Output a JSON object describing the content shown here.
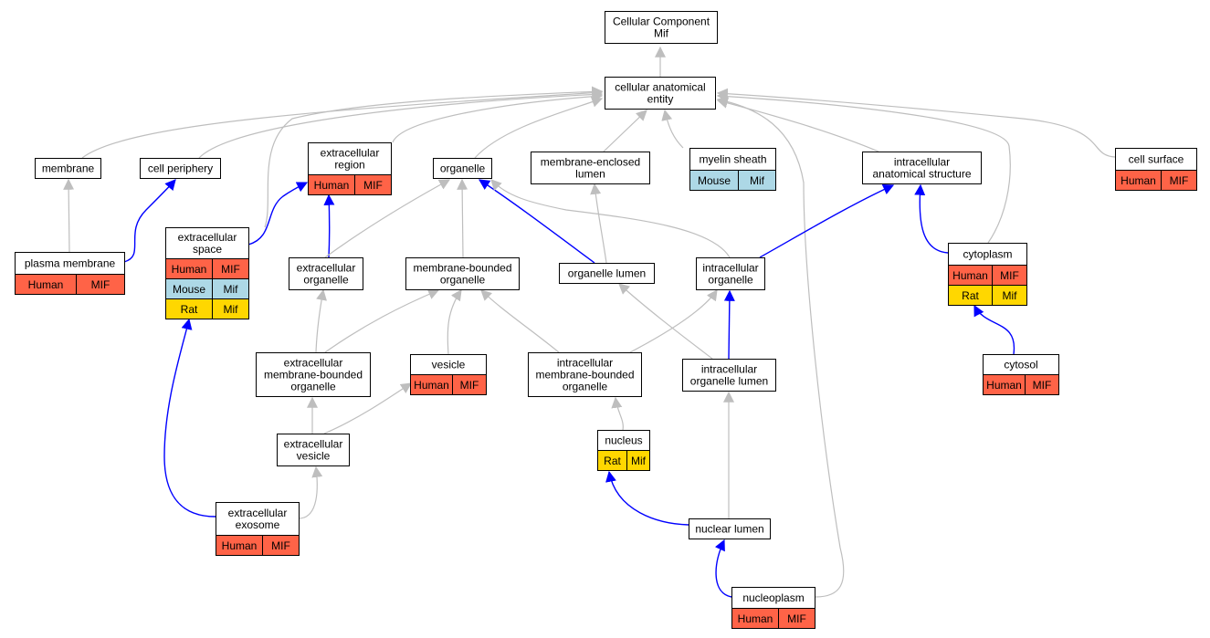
{
  "colors": {
    "human": "#FF6347",
    "mouse": "#ADD8E6",
    "rat": "#FFD700",
    "is_a_edge": "#BEBEBE",
    "part_of_edge": "#0000FF"
  },
  "nodes": [
    {
      "id": "root",
      "lines": [
        "Cellular Component",
        "Mif"
      ],
      "tags": []
    },
    {
      "id": "cae",
      "lines": [
        "cellular anatomical",
        "entity"
      ],
      "tags": []
    },
    {
      "id": "membrane",
      "lines": [
        "membrane"
      ],
      "tags": []
    },
    {
      "id": "cell_periphery",
      "lines": [
        "cell periphery"
      ],
      "tags": []
    },
    {
      "id": "extracellular_region",
      "lines": [
        "extracellular",
        "region"
      ],
      "tags": [
        {
          "org": "human",
          "text": "Human"
        },
        {
          "org": "human",
          "text": "MIF"
        }
      ]
    },
    {
      "id": "organelle",
      "lines": [
        "organelle"
      ],
      "tags": []
    },
    {
      "id": "membrane_enclosed_lumen",
      "lines": [
        "membrane-enclosed",
        "lumen"
      ],
      "tags": []
    },
    {
      "id": "myelin_sheath",
      "lines": [
        "myelin sheath"
      ],
      "tags": [
        {
          "org": "mouse",
          "text": "Mouse"
        },
        {
          "org": "mouse",
          "text": "Mif"
        }
      ]
    },
    {
      "id": "intracellular_anatomical_structure",
      "lines": [
        "intracellular",
        "anatomical structure"
      ],
      "tags": []
    },
    {
      "id": "cell_surface",
      "lines": [
        "cell surface"
      ],
      "tags": [
        {
          "org": "human",
          "text": "Human"
        },
        {
          "org": "human",
          "text": "MIF"
        }
      ]
    },
    {
      "id": "plasma_membrane",
      "lines": [
        "plasma membrane"
      ],
      "tags": [
        {
          "org": "human",
          "text": "Human"
        },
        {
          "org": "human",
          "text": "MIF"
        }
      ]
    },
    {
      "id": "extracellular_space",
      "lines": [
        "extracellular",
        "space"
      ],
      "tags": [
        {
          "org": "human",
          "text": "Human"
        },
        {
          "org": "human",
          "text": "MIF"
        },
        {
          "org": "mouse",
          "text": "Mouse"
        },
        {
          "org": "mouse",
          "text": "Mif"
        },
        {
          "org": "rat",
          "text": "Rat"
        },
        {
          "org": "rat",
          "text": "Mif"
        }
      ]
    },
    {
      "id": "extracellular_organelle",
      "lines": [
        "extracellular",
        "organelle"
      ],
      "tags": []
    },
    {
      "id": "membrane_bounded_organelle",
      "lines": [
        "membrane-bounded",
        "organelle"
      ],
      "tags": []
    },
    {
      "id": "organelle_lumen",
      "lines": [
        "organelle lumen"
      ],
      "tags": []
    },
    {
      "id": "intracellular_organelle",
      "lines": [
        "intracellular",
        "organelle"
      ],
      "tags": []
    },
    {
      "id": "cytoplasm",
      "lines": [
        "cytoplasm"
      ],
      "tags": [
        {
          "org": "human",
          "text": "Human"
        },
        {
          "org": "human",
          "text": "MIF"
        },
        {
          "org": "rat",
          "text": "Rat"
        },
        {
          "org": "rat",
          "text": "Mif"
        }
      ]
    },
    {
      "id": "extracellular_mbo",
      "lines": [
        "extracellular",
        "membrane-bounded",
        "organelle"
      ],
      "tags": []
    },
    {
      "id": "vesicle",
      "lines": [
        "vesicle"
      ],
      "tags": [
        {
          "org": "human",
          "text": "Human"
        },
        {
          "org": "human",
          "text": "MIF"
        }
      ]
    },
    {
      "id": "intracellular_mbo",
      "lines": [
        "intracellular",
        "membrane-bounded",
        "organelle"
      ],
      "tags": []
    },
    {
      "id": "intracellular_organelle_lumen",
      "lines": [
        "intracellular",
        "organelle lumen"
      ],
      "tags": []
    },
    {
      "id": "cytosol",
      "lines": [
        "cytosol"
      ],
      "tags": [
        {
          "org": "human",
          "text": "Human"
        },
        {
          "org": "human",
          "text": "MIF"
        }
      ]
    },
    {
      "id": "extracellular_vesicle",
      "lines": [
        "extracellular",
        "vesicle"
      ],
      "tags": []
    },
    {
      "id": "nucleus",
      "lines": [
        "nucleus"
      ],
      "tags": [
        {
          "org": "rat",
          "text": "Rat"
        },
        {
          "org": "rat",
          "text": "Mif"
        }
      ]
    },
    {
      "id": "extracellular_exosome",
      "lines": [
        "extracellular",
        "exosome"
      ],
      "tags": [
        {
          "org": "human",
          "text": "Human"
        },
        {
          "org": "human",
          "text": "MIF"
        }
      ]
    },
    {
      "id": "nuclear_lumen",
      "lines": [
        "nuclear lumen"
      ],
      "tags": []
    },
    {
      "id": "nucleoplasm",
      "lines": [
        "nucleoplasm"
      ],
      "tags": [
        {
          "org": "human",
          "text": "Human"
        },
        {
          "org": "human",
          "text": "MIF"
        }
      ]
    }
  ],
  "edges": [
    {
      "from": "cae",
      "to": "root",
      "type": "is_a"
    },
    {
      "from": "membrane",
      "to": "cae",
      "type": "is_a"
    },
    {
      "from": "cell_periphery",
      "to": "cae",
      "type": "is_a"
    },
    {
      "from": "extracellular_region",
      "to": "cae",
      "type": "is_a"
    },
    {
      "from": "organelle",
      "to": "cae",
      "type": "is_a"
    },
    {
      "from": "membrane_enclosed_lumen",
      "to": "cae",
      "type": "is_a"
    },
    {
      "from": "myelin_sheath",
      "to": "cae",
      "type": "is_a"
    },
    {
      "from": "intracellular_anatomical_structure",
      "to": "cae",
      "type": "is_a"
    },
    {
      "from": "cell_surface",
      "to": "cae",
      "type": "is_a"
    },
    {
      "from": "extracellular_space",
      "to": "cae",
      "type": "is_a"
    },
    {
      "from": "cytoplasm",
      "to": "cae",
      "type": "is_a"
    },
    {
      "from": "nucleoplasm",
      "to": "cae",
      "type": "is_a"
    },
    {
      "from": "plasma_membrane",
      "to": "membrane",
      "type": "is_a"
    },
    {
      "from": "plasma_membrane",
      "to": "cell_periphery",
      "type": "part_of"
    },
    {
      "from": "extracellular_space",
      "to": "extracellular_region",
      "type": "part_of"
    },
    {
      "from": "extracellular_organelle",
      "to": "extracellular_region",
      "type": "part_of"
    },
    {
      "from": "extracellular_organelle",
      "to": "organelle",
      "type": "is_a"
    },
    {
      "from": "membrane_bounded_organelle",
      "to": "organelle",
      "type": "is_a"
    },
    {
      "from": "organelle_lumen",
      "to": "organelle",
      "type": "part_of"
    },
    {
      "from": "organelle_lumen",
      "to": "membrane_enclosed_lumen",
      "type": "is_a"
    },
    {
      "from": "intracellular_organelle",
      "to": "organelle",
      "type": "is_a"
    },
    {
      "from": "intracellular_organelle",
      "to": "intracellular_anatomical_structure",
      "type": "part_of"
    },
    {
      "from": "cytoplasm",
      "to": "intracellular_anatomical_structure",
      "type": "part_of"
    },
    {
      "from": "cytosol",
      "to": "cytoplasm",
      "type": "part_of"
    },
    {
      "from": "extracellular_mbo",
      "to": "extracellular_organelle",
      "type": "is_a"
    },
    {
      "from": "extracellular_mbo",
      "to": "membrane_bounded_organelle",
      "type": "is_a"
    },
    {
      "from": "vesicle",
      "to": "membrane_bounded_organelle",
      "type": "is_a"
    },
    {
      "from": "intracellular_mbo",
      "to": "membrane_bounded_organelle",
      "type": "is_a"
    },
    {
      "from": "intracellular_mbo",
      "to": "intracellular_organelle",
      "type": "is_a"
    },
    {
      "from": "intracellular_organelle_lumen",
      "to": "organelle_lumen",
      "type": "is_a"
    },
    {
      "from": "intracellular_organelle_lumen",
      "to": "intracellular_organelle",
      "type": "part_of"
    },
    {
      "from": "extracellular_vesicle",
      "to": "extracellular_mbo",
      "type": "is_a"
    },
    {
      "from": "extracellular_vesicle",
      "to": "vesicle",
      "type": "is_a"
    },
    {
      "from": "nucleus",
      "to": "intracellular_mbo",
      "type": "is_a"
    },
    {
      "from": "extracellular_exosome",
      "to": "extracellular_vesicle",
      "type": "is_a"
    },
    {
      "from": "extracellular_exosome",
      "to": "extracellular_space",
      "type": "part_of"
    },
    {
      "from": "nuclear_lumen",
      "to": "nucleus",
      "type": "part_of"
    },
    {
      "from": "nuclear_lumen",
      "to": "intracellular_organelle_lumen",
      "type": "is_a"
    },
    {
      "from": "nucleoplasm",
      "to": "nuclear_lumen",
      "type": "part_of"
    }
  ]
}
